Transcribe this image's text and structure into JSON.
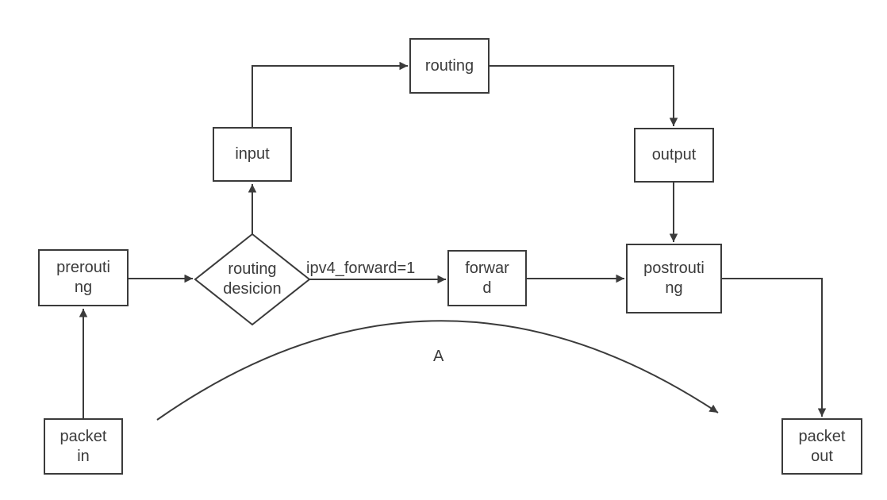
{
  "diagram_type": "flowchart",
  "colors": {
    "background": "#ffffff",
    "stroke": "#3b3b3b",
    "node_fill": "#ffffff",
    "text": "#3b3b3b"
  },
  "nodes": {
    "packet_in": {
      "label": "packet\nin",
      "shape": "rect"
    },
    "prerouting": {
      "label": "prerouti\nng",
      "shape": "rect"
    },
    "routing_decision": {
      "label": "routing\ndesicion",
      "shape": "diamond"
    },
    "input": {
      "label": "input",
      "shape": "rect"
    },
    "routing": {
      "label": "routing",
      "shape": "rect"
    },
    "output": {
      "label": "output",
      "shape": "rect"
    },
    "forward": {
      "label": "forwar\nd",
      "shape": "rect"
    },
    "postrouting": {
      "label": "postrouti\nng",
      "shape": "rect"
    },
    "packet_out": {
      "label": "packet\nout",
      "shape": "rect"
    }
  },
  "edges": [
    {
      "from": "packet in",
      "to": "prerouting"
    },
    {
      "from": "prerouting",
      "to": "routing desicion"
    },
    {
      "from": "routing desicion",
      "to": "input"
    },
    {
      "from": "input",
      "to": "routing"
    },
    {
      "from": "routing",
      "to": "output"
    },
    {
      "from": "output",
      "to": "postrouting"
    },
    {
      "from": "routing desicion",
      "to": "forward",
      "label": "ipv4_forward=1"
    },
    {
      "from": "forward",
      "to": "postrouting"
    },
    {
      "from": "postrouting",
      "to": "packet out"
    },
    {
      "from": "packet in",
      "to": "packet out",
      "label": "A",
      "style": "curved"
    }
  ]
}
